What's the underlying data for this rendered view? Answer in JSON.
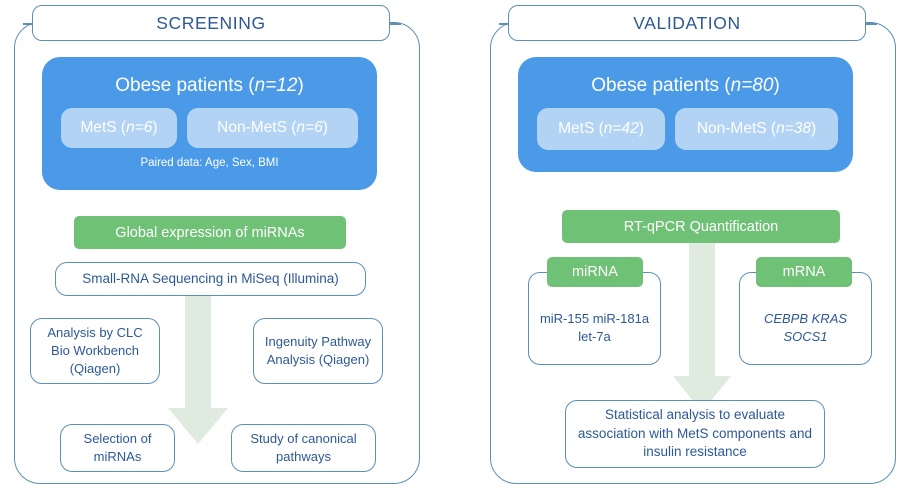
{
  "colors": {
    "frame_border": "#5b90b8",
    "text_blue": "#2d5896",
    "cohort_blue": "#4a9ae8",
    "subgroup_blue": "#b2d3f4",
    "process_green": "#6fc275",
    "arrow_green": "#e0ebdf",
    "white": "#ffffff"
  },
  "screening": {
    "title": "SCREENING",
    "cohort": {
      "title_prefix": "Obese patients (",
      "title_n": "n=12",
      "title_suffix": ")",
      "subgroups": [
        {
          "name": "MetS",
          "n": "n=6"
        },
        {
          "name": "Non-MetS",
          "n": "n=6"
        }
      ],
      "paired_note": "Paired data: Age, Sex, BMI"
    },
    "process": "Global expression of miRNAs",
    "sequencing": "Small-RNA Sequencing in MiSeq (Illumina)",
    "analysis_boxes": [
      "Analysis by CLC Bio Workbench (Qiagen)",
      "Ingenuity Pathway Analysis (Qiagen)"
    ],
    "outcome_boxes": [
      "Selection of miRNAs",
      "Study of canonical pathways"
    ],
    "arrow": "down-arrow"
  },
  "validation": {
    "title": "VALIDATION",
    "cohort": {
      "title_prefix": "Obese patients (",
      "title_n": "n=80",
      "title_suffix": ")",
      "subgroups": [
        {
          "name": "MetS",
          "n": "n=42"
        },
        {
          "name": "Non-MetS",
          "n": "n=38"
        }
      ]
    },
    "process": "RT-qPCR Quantification",
    "targets": [
      {
        "tab": "miRNA",
        "items": "miR-155 miR-181a let-7a",
        "italic": false
      },
      {
        "tab": "mRNA",
        "items": "CEBPB KRAS SOCS1",
        "italic": true
      }
    ],
    "stats": "Statistical analysis to evaluate association with MetS components and insulin resistance",
    "arrow": "down-arrow"
  }
}
